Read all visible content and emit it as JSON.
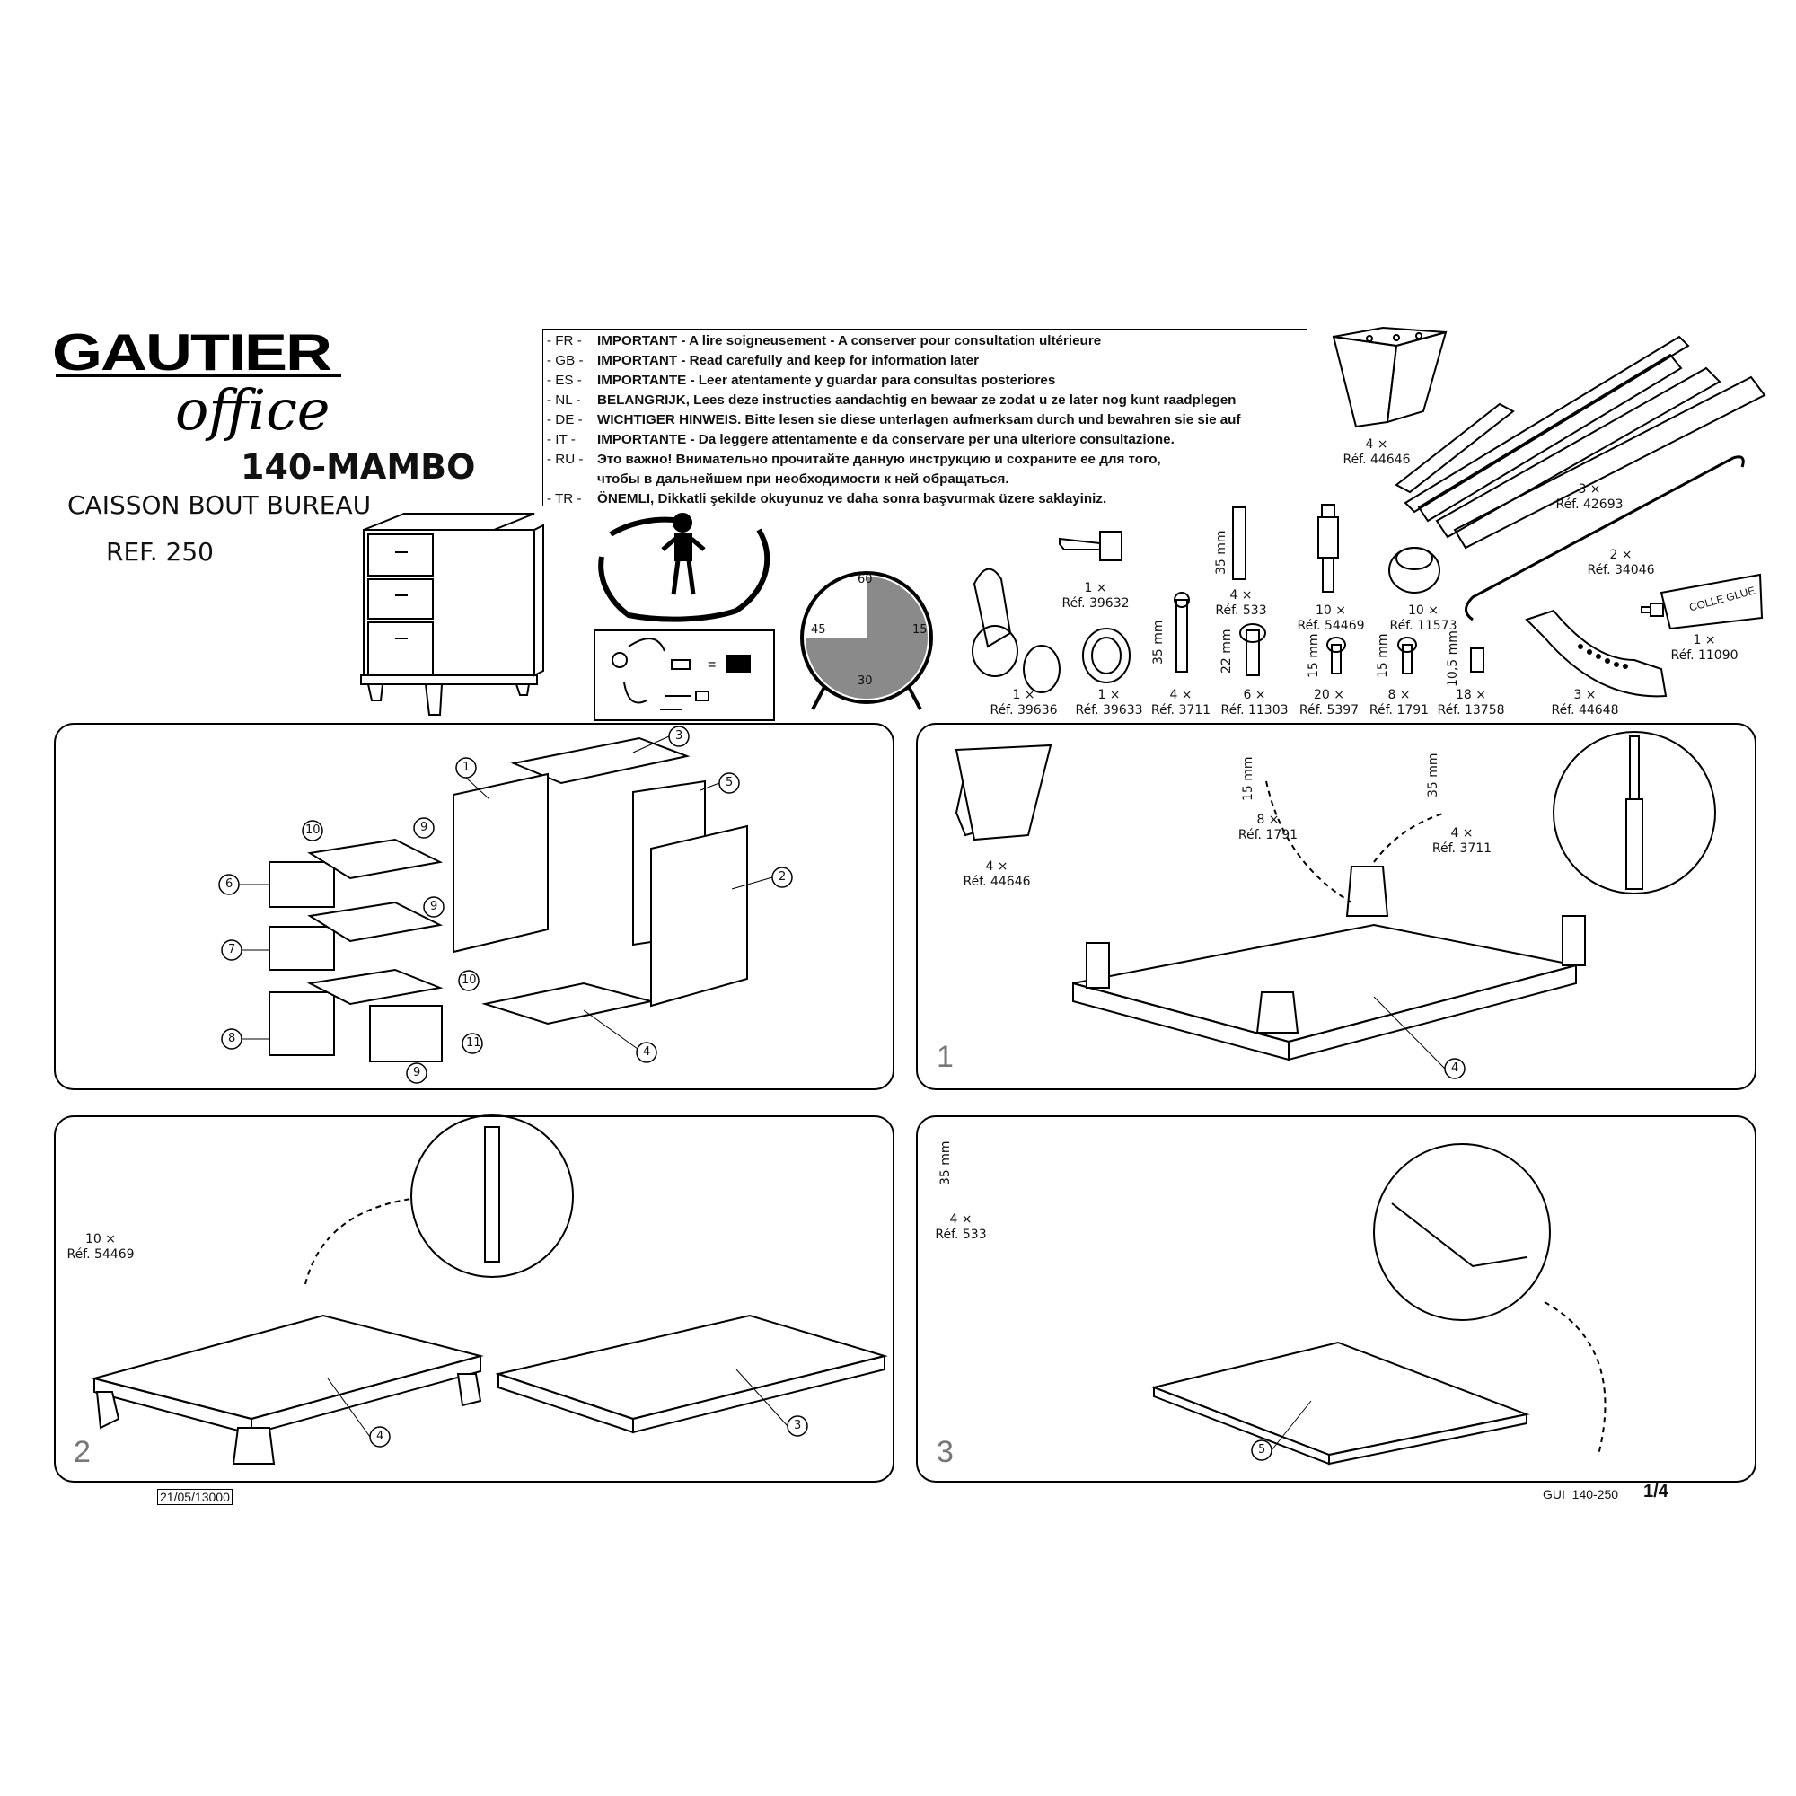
{
  "header": {
    "brand_main": "GAUTIER",
    "brand_sub": "office",
    "model": "140-MAMBO",
    "product": "CAISSON BOUT BUREAU",
    "reference": "REF. 250"
  },
  "notice": [
    {
      "code": "- FR -",
      "text": "IMPORTANT - A lire soigneusement - A conserver pour consultation ultérieure"
    },
    {
      "code": "- GB -",
      "text": "IMPORTANT - Read carefully and keep for information later"
    },
    {
      "code": "- ES -",
      "text": "IMPORTANTE - Leer atentamente y guardar para consultas posteriores"
    },
    {
      "code": "- NL -",
      "text": "BELANGRIJK, Lees deze instructies aandachtig en bewaar ze zodat u ze later nog kunt raadplegen"
    },
    {
      "code": "- DE -",
      "text": "WICHTIGER HINWEIS. Bitte lesen sie diese unterlagen aufmerksam durch und bewahren sie sie auf"
    },
    {
      "code": "- IT -",
      "text": "IMPORTANTE - Da leggere attentamente e da conservare per una ulteriore consultazione."
    },
    {
      "code": "- RU -",
      "text": "Это важно! Внимательно прочитайте данную инструкцию и сохраните ее для того,"
    },
    {
      "code": "",
      "text": "чтобы в дальнейшем при необходимости к ней обращаться."
    },
    {
      "code": "- TR -",
      "text": "ÖNEMLI, Dikkatli şekilde okuyunuz ve daha sonra başvurmak üzere saklayiniz."
    }
  ],
  "clock": {
    "t60": "60",
    "t15": "15",
    "t30": "30",
    "t45": "45"
  },
  "hardware": {
    "leg": {
      "qty": "4 ×",
      "ref": "Réf. 44646"
    },
    "slides": {
      "qty": "3 ×",
      "ref": "Réf. 42693"
    },
    "rod": {
      "qty": "2 ×",
      "ref": "Réf. 34046"
    },
    "glue": {
      "qty": "1 ×",
      "ref": "Réf. 11090",
      "label": "COLLE GLUE"
    },
    "key": {
      "qty": "1 ×",
      "ref": "Réf. 39632"
    },
    "dowel": {
      "qty": "4 ×",
      "ref": "Réf. 533",
      "mm": "35 mm"
    },
    "cam_bolt": {
      "qty": "10 ×",
      "ref": "Réf. 54469"
    },
    "cam": {
      "qty": "10 ×",
      "ref": "Réf. 11573"
    },
    "lock": {
      "qty": "1 ×",
      "ref": "Réf. 39636"
    },
    "ring": {
      "qty": "1 ×",
      "ref": "Réf. 39633"
    },
    "screw35": {
      "qty": "4 ×",
      "ref": "Réf. 3711",
      "mm": "35 mm"
    },
    "bolt22": {
      "qty": "6 ×",
      "ref": "Réf. 11303",
      "mm": "22 mm"
    },
    "screw15a": {
      "qty": "20 ×",
      "ref": "Réf. 5397",
      "mm": "15 mm"
    },
    "screw15b": {
      "qty": "8 ×",
      "ref": "Réf. 1791",
      "mm": "15 mm"
    },
    "screw105": {
      "qty": "18 ×",
      "ref": "Réf. 13758",
      "mm": "10,5 mm"
    },
    "handle": {
      "qty": "3 ×",
      "ref": "Réf. 44648"
    }
  },
  "steps": {
    "s1": {
      "number": "1",
      "leg": {
        "qty": "4 ×",
        "ref": "Réf. 44646"
      },
      "screw15": {
        "qty": "8 ×",
        "ref": "Réf. 1791",
        "mm": "15 mm"
      },
      "screw35": {
        "qty": "4 ×",
        "ref": "Réf. 3711",
        "mm": "35 mm"
      }
    },
    "s2": {
      "number": "2",
      "cam_bolt": {
        "qty": "10 ×",
        "ref": "Réf. 54469"
      }
    },
    "s3": {
      "number": "3",
      "dowel": {
        "qty": "4 ×",
        "ref": "Réf. 533",
        "mm": "35 mm"
      }
    }
  },
  "callouts": [
    "1",
    "2",
    "3",
    "4",
    "5",
    "6",
    "7",
    "8",
    "9",
    "10",
    "11"
  ],
  "footer": {
    "date": "21/05/13000",
    "doc_code": "GUI_140-250",
    "page": "1/4"
  }
}
